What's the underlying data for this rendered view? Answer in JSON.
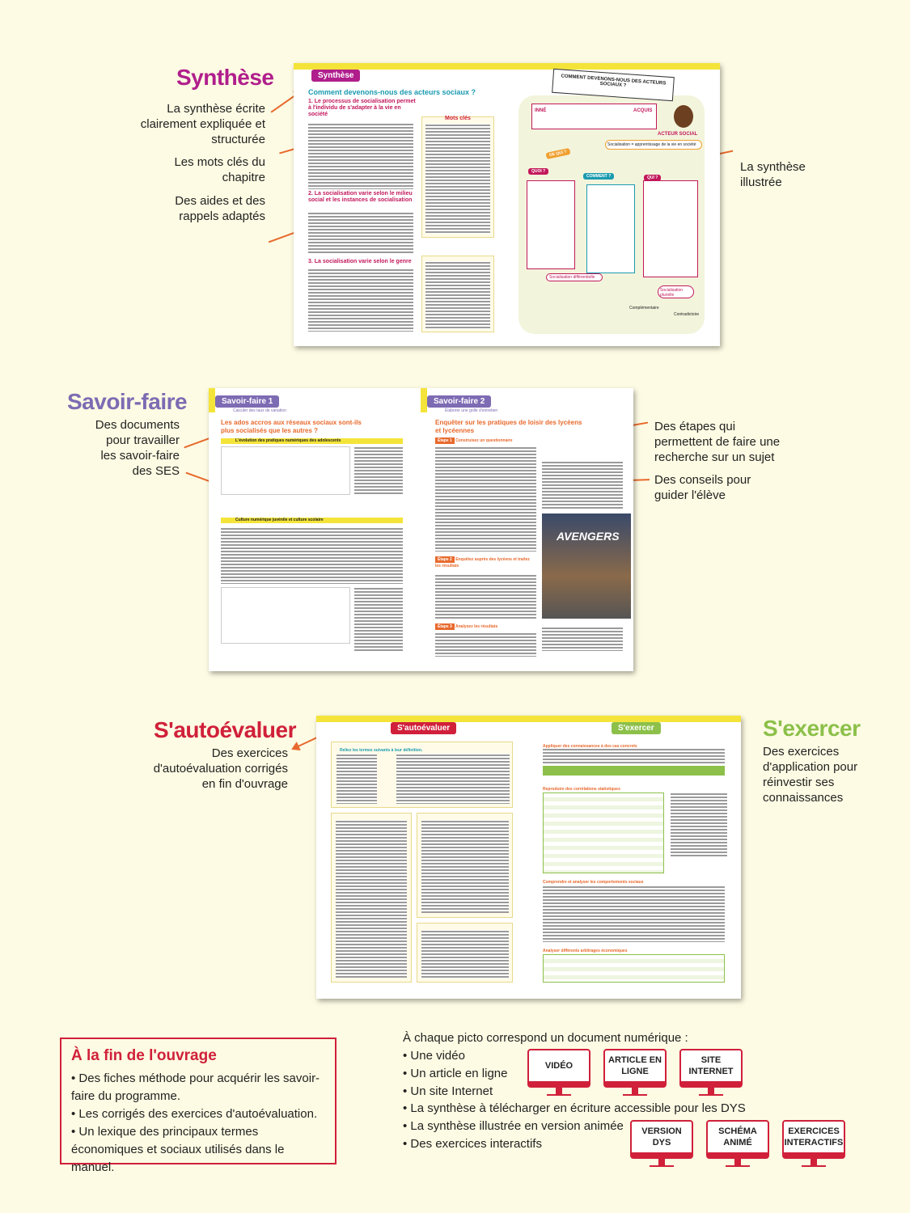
{
  "synthese": {
    "title": "Synthèse",
    "labels": [
      "La synthèse écrite clairement expliquée et structurée",
      "Les mots clés du chapitre",
      "Des aides et des rappels adaptés"
    ],
    "right_label": "La synthèse illustrée",
    "tag": "Synthèse",
    "heading": "Comment devenons-nous des acteurs sociaux ?",
    "sections": [
      "1. Le processus de socialisation permet à l'individu de s'adapter à la vie en société",
      "2. La socialisation varie selon le milieu social et les instances de socialisation",
      "3. La socialisation varie selon le genre"
    ],
    "mots_cles": "Mots clés",
    "banner": "COMMENT DEVENONS-NOUS DES ACTEURS SOCIAUX ?",
    "schema": {
      "inne": "INNÉ",
      "acquis": "ACQUIS",
      "acteur": "ACTEUR SOCIAL",
      "socialisation": "Socialisation = apprentissage de la vie en société",
      "de_qui": "DE QUI ?",
      "comment": "COMMENT ?",
      "qui": "QUI ?",
      "quoi": "QUOI ?",
      "differentielle": "Socialisation différentielle",
      "plurielle": "Socialisation plurielle",
      "complementaire": "Complémentaire",
      "contradictoire": "Contradictoire"
    }
  },
  "savoir_faire": {
    "title": "Savoir-faire",
    "labels": [
      "Des documents pour travailler les savoir-faire des SES"
    ],
    "right_labels": [
      "Des étapes qui permettent de faire une recherche sur un sujet",
      "Des conseils pour guider l'élève"
    ],
    "sf1": {
      "tag": "Savoir-faire 1",
      "sub": "Calculer des taux de variation",
      "heading": "Les ados accros aux réseaux sociaux sont-ils plus socialisés que les autres ?",
      "doc1": "L'évolution des pratiques numériques des adolescents",
      "doc2": "Culture numérique juvénile et culture scolaire"
    },
    "sf2": {
      "tag": "Savoir-faire 2",
      "sub": "Élaborer une grille d'entretien",
      "heading": "Enquêter sur les pratiques de loisir des lycéens et lycéennes",
      "etapes": [
        {
          "n": "Étape 1",
          "t": "Construisez un questionnaire"
        },
        {
          "n": "Étape 2",
          "t": "Enquêtez auprès des lycéens et traitez les résultats"
        },
        {
          "n": "Étape 3",
          "t": "Analysez les résultats"
        }
      ],
      "photo": "AVENGERS"
    }
  },
  "autoevaluer": {
    "title": "S'autoévaluer",
    "labels": [
      "Des exercices d'autoévaluation corrigés en fin d'ouvrage"
    ],
    "tag": "S'autoévaluer",
    "ex1": "Reliez les termes suivants à leur définition."
  },
  "exercer": {
    "title": "S'exercer",
    "labels": [
      "Des exercices d'application pour réinvestir ses connaissances"
    ],
    "tag": "S'exercer",
    "ex1": "Appliquer des connaissances à des cas concrets",
    "ex2": "Reproduire des corrélations statistiques",
    "ex3": "Comprendre et analyser les comportements sociaux",
    "ex4": "Analyser différents arbitrages économiques"
  },
  "fin": {
    "title": "À la fin de l'ouvrage",
    "items": [
      "• Des fiches méthode pour acquérir les savoir-faire du programme.",
      "• Les corrigés des exercices d'autoévaluation.",
      "• Un lexique des principaux termes économiques et sociaux utilisés dans le manuel."
    ]
  },
  "numerique": {
    "intro": "À chaque picto correspond un document numérique :",
    "items": [
      "• Une vidéo",
      "• Un article en ligne",
      "• Un site Internet",
      "• La synthèse à télécharger en écriture accessible pour les DYS",
      "• La synthèse illustrée en version animée",
      "• Des exercices interactifs"
    ],
    "pictos": [
      "VIDÉO",
      "ARTICLE EN LIGNE",
      "SITE INTERNET",
      "VERSION DYS",
      "SCHÉMA ANIMÉ",
      "EXERCICES INTERACTIFS"
    ]
  },
  "colors": {
    "synthese": "#b01e8c",
    "savoir_faire": "#7d6bb3",
    "autoevaluer": "#d0203a",
    "exercer": "#8cc04a",
    "arrow": "#e8692c"
  }
}
